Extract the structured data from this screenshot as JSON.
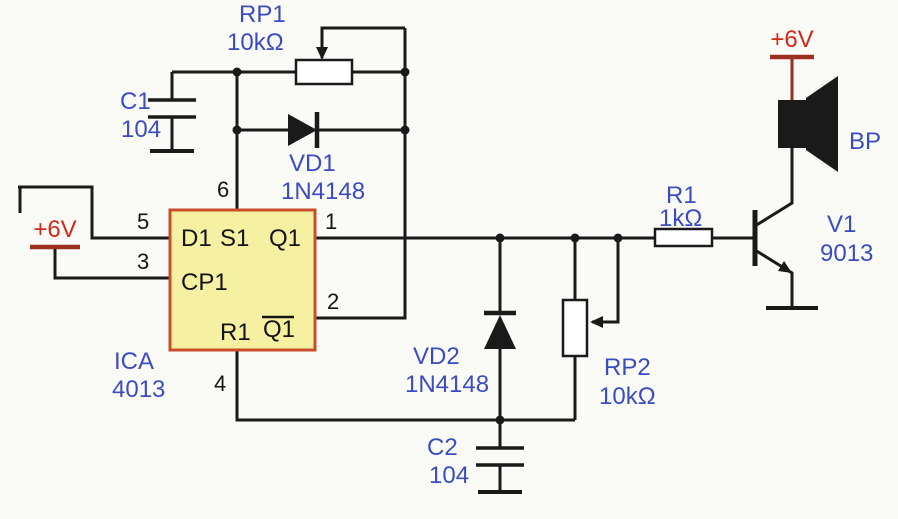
{
  "colors": {
    "background": "#FAFAF7",
    "wire_black": "#1A1A1A",
    "label_blue": "#3B4CC0",
    "supply_red": "#D42818",
    "supply_bar_dark_red": "#9C2F1F",
    "ic_fill_yellow": "#F6F0A2",
    "ic_border_orange_red": "#C94F2B"
  },
  "power": {
    "left_rail": "+6V",
    "right_rail": "+6V"
  },
  "components": {
    "rp1": {
      "ref": "RP1",
      "value": "10kΩ"
    },
    "c1": {
      "ref": "C1",
      "value": "104"
    },
    "vd1": {
      "ref": "VD1",
      "value": "1N4148"
    },
    "ic": {
      "ref": "ICA",
      "part": "4013"
    },
    "vd2": {
      "ref": "VD2",
      "value": "1N4148"
    },
    "rp2": {
      "ref": "RP2",
      "value": "10kΩ"
    },
    "c2": {
      "ref": "C2",
      "value": "104"
    },
    "r1": {
      "ref": "R1",
      "value": "1kΩ"
    },
    "v1": {
      "ref": "V1",
      "value": "9013"
    },
    "bp": {
      "ref": "BP"
    }
  },
  "ic_pins": {
    "d1": {
      "name": "D1",
      "number": "5"
    },
    "cp1": {
      "name": "CP1",
      "number": "3"
    },
    "s1": {
      "name": "S1",
      "number": "6"
    },
    "r1": {
      "name": "R1",
      "number": "4"
    },
    "q1": {
      "name": "Q1",
      "number": "1"
    },
    "q1_bar": {
      "name": "Q1",
      "number": "2",
      "overline": true
    }
  }
}
